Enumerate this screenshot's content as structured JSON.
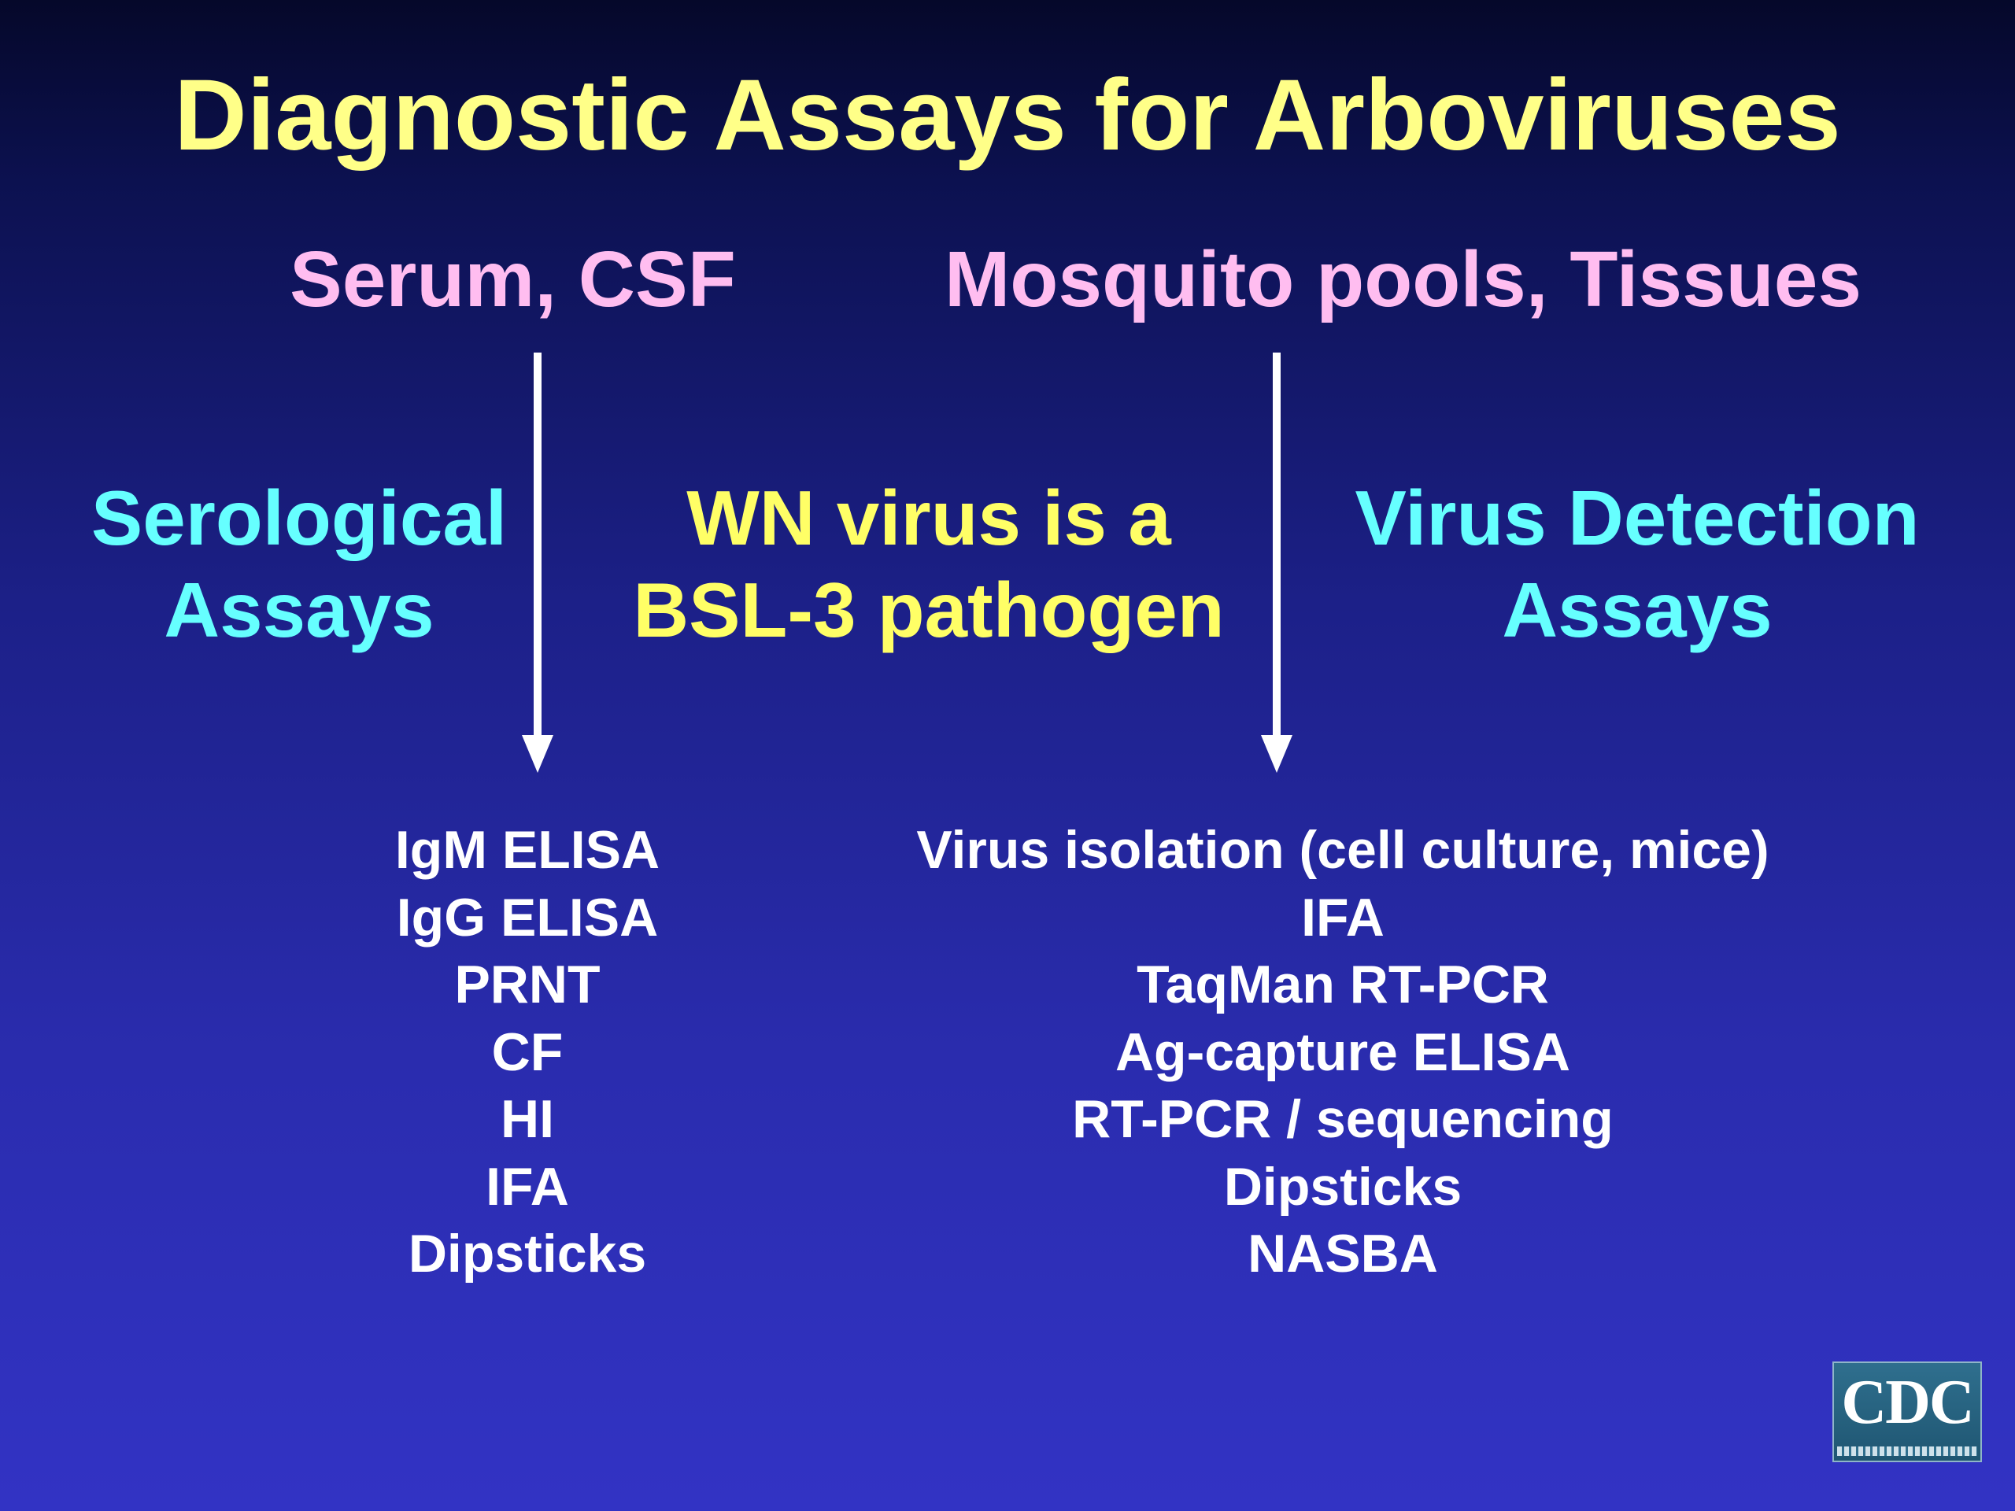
{
  "title": "Diagnostic Assays for Arboviruses",
  "left": {
    "source": "Serum, CSF",
    "category_line1": "Serological",
    "category_line2": "Assays",
    "assays": [
      "IgM ELISA",
      "IgG ELISA",
      "PRNT",
      "CF",
      "HI",
      "IFA",
      "Dipsticks"
    ]
  },
  "center": {
    "note_line1": "WN virus is a",
    "note_line2": "BSL-3 pathogen"
  },
  "right": {
    "source": "Mosquito pools, Tissues",
    "category_line1": "Virus Detection",
    "category_line2": "Assays",
    "assays": [
      "Virus isolation (cell culture, mice)",
      "IFA",
      "TaqMan RT-PCR",
      "Ag-capture ELISA",
      "RT-PCR / sequencing",
      "Dipsticks",
      "NASBA"
    ]
  },
  "logo": {
    "text": "CDC",
    "icon": "cdc-logo-icon"
  },
  "colors": {
    "title": "#ffff88",
    "source": "#ffbdf0",
    "category": "#66ffff",
    "note": "#ffff66",
    "list": "#ffffff"
  }
}
